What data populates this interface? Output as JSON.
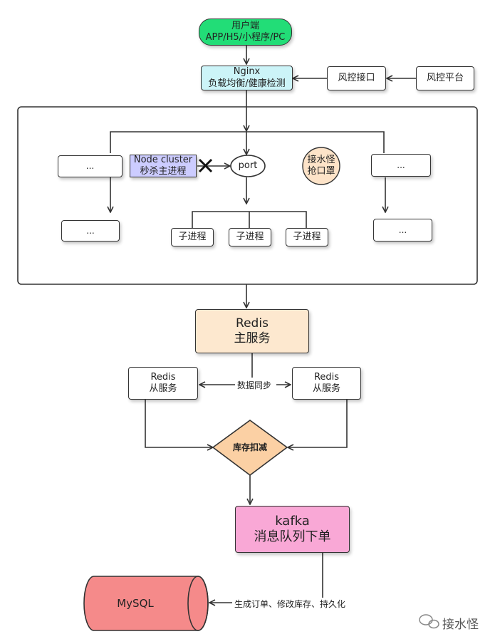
{
  "client": {
    "line1": "用户端",
    "line2": "APP/H5/小程序/PC",
    "color": "#22dd77"
  },
  "nginx": {
    "line1": "Nginx",
    "line2": "负载均衡/健康检测",
    "color": "#ccf4f8"
  },
  "risk_api": "风控接口",
  "risk_platform": "风控平台",
  "left_top": "...",
  "left_bottom": "...",
  "right_top": "...",
  "right_bottom": "...",
  "node_cluster": {
    "line1": "Node cluster",
    "line2": "秒杀主进程",
    "color": "#ccccff"
  },
  "port": "port",
  "badge": {
    "line1": "接水怪",
    "line2": "抢口罩",
    "color": "#fde3c8"
  },
  "children": [
    "子进程",
    "子进程",
    "子进程"
  ],
  "redis_master": {
    "line1": "Redis",
    "line2": "主服务",
    "color": "#fde8cf"
  },
  "redis_slave_left": {
    "line1": "Redis",
    "line2": "从服务"
  },
  "redis_slave_right": {
    "line1": "Redis",
    "line2": "从服务"
  },
  "sync_label": "数据同步",
  "decision": {
    "label": "库存扣减",
    "color": "#fbd0a4"
  },
  "kafka": {
    "line1": "kafka",
    "line2": "消息队列下单",
    "color": "#f9a8d6"
  },
  "mysql": {
    "label": "MySQL",
    "color": "#f58a8a"
  },
  "persist_label": "生成订单、修改库存、持久化",
  "watermark": "接水怪"
}
